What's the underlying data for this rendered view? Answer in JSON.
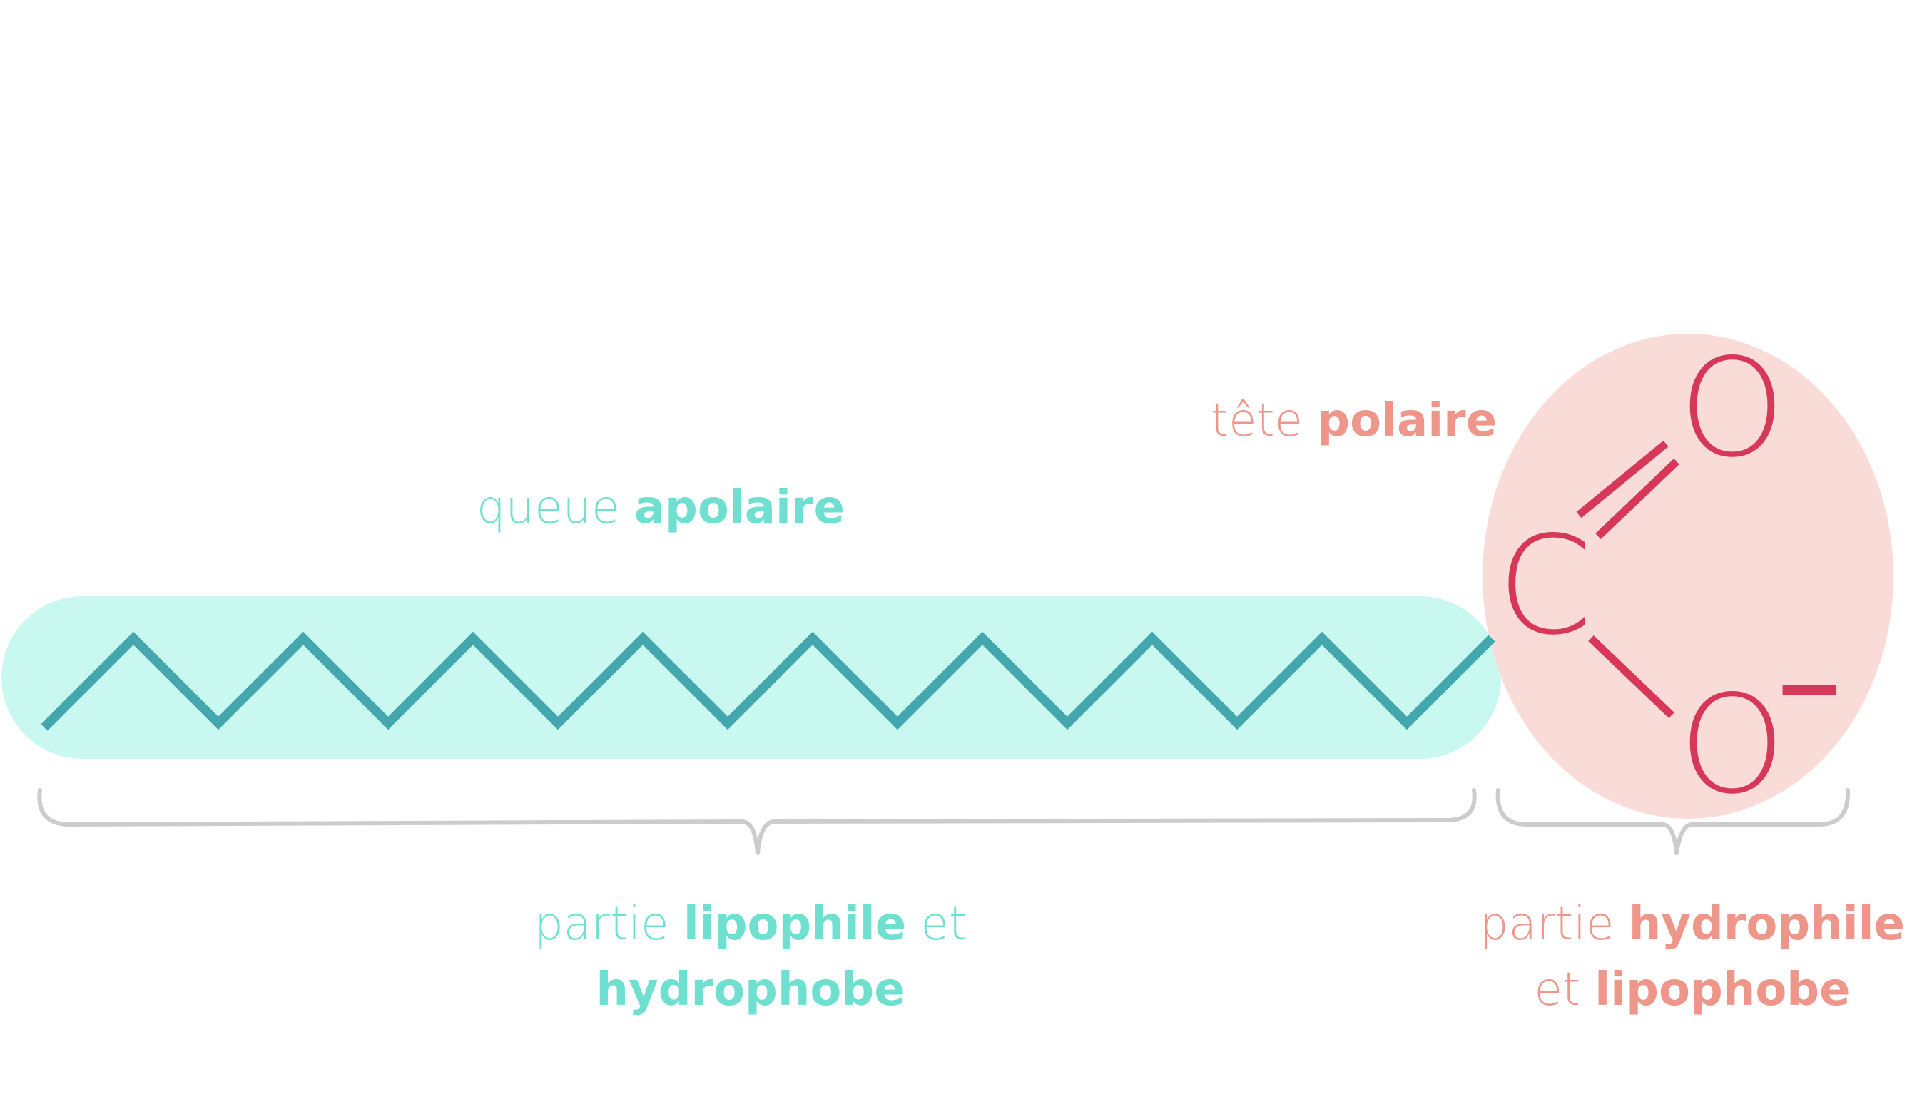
{
  "colors": {
    "tail_fill": "#c8f8ef",
    "zigzag": "#43a7ad",
    "teal_text": "#6fe0d0",
    "head_fill": "#f9dcd7",
    "atom": "#d7385a",
    "salmon_text": "#ef968a",
    "brace": "#cccccc"
  },
  "atoms": {
    "carbon": "C",
    "oxygen_double": "O",
    "oxygen_single": "O",
    "charge": "−"
  },
  "labels": {
    "tail": {
      "plain": "queue ",
      "bold": "apolaire"
    },
    "head": {
      "plain": "tête ",
      "bold": "polaire"
    },
    "lipophile": {
      "l1_plain": "partie ",
      "l1_bold": "lipophile",
      "l1_tail": " et",
      "l2_bold": "hydrophobe"
    },
    "hydrophile": {
      "l1_plain": "partie ",
      "l1_bold": "hydrophile",
      "l2_plain": "et ",
      "l2_bold": "lipophobe"
    }
  }
}
